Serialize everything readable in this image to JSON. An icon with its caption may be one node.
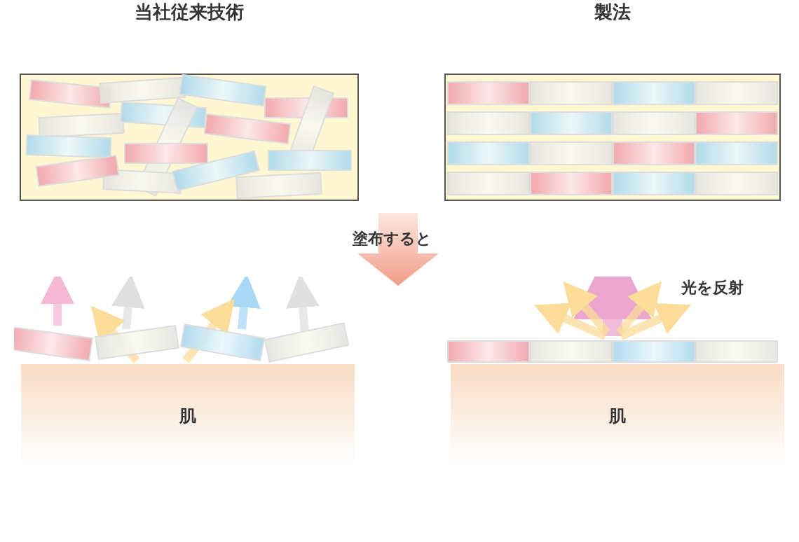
{
  "diagram": {
    "nodes": [
      {
        "text": [
          "当社従来技術"
        ]
      },
      {
        "text": [
          "製法"
        ]
      },
      {
        "text": [
          "肌"
        ]
      },
      {
        "text": [
          "肌"
        ]
      }
    ],
    "labels": [
      "塗布すると",
      "光を反射"
    ]
  }
}
